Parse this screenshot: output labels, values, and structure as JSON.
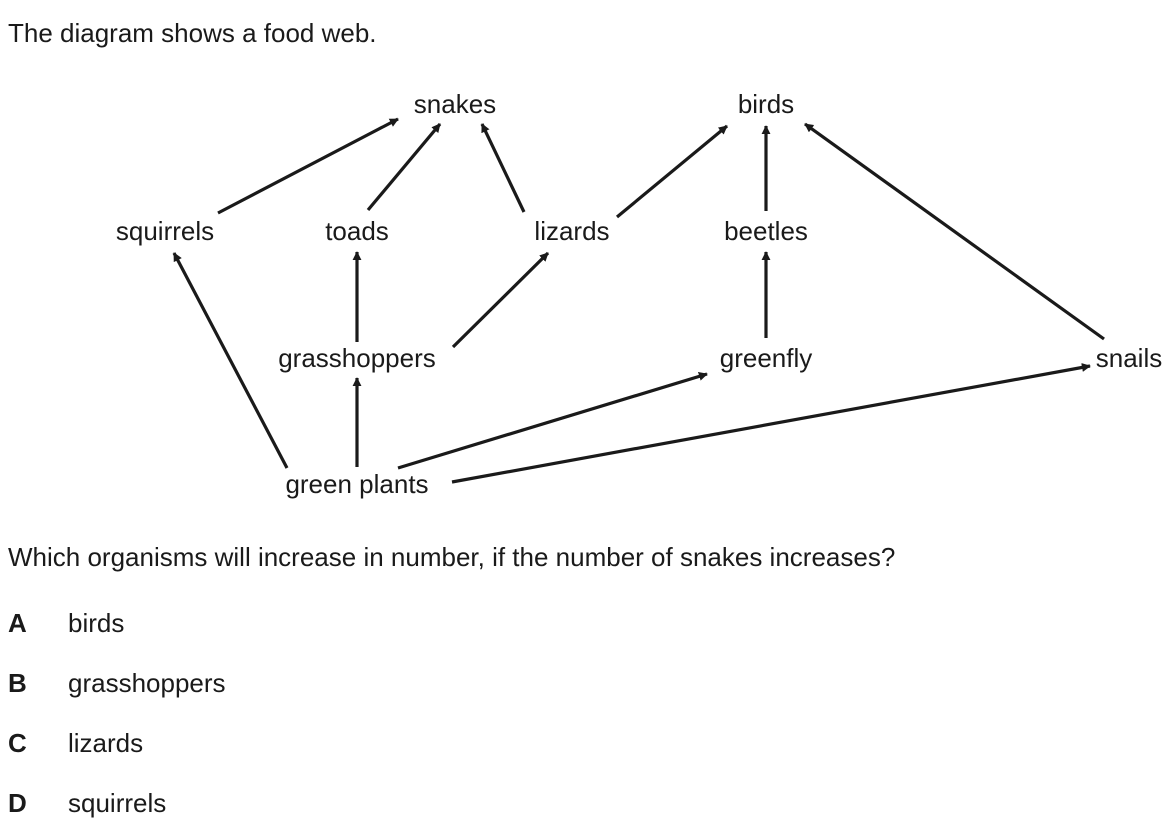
{
  "intro": "The diagram shows a food web.",
  "organisms": {
    "snakes": "snakes",
    "birds": "birds",
    "squirrels": "squirrels",
    "toads": "toads",
    "lizards": "lizards",
    "beetles": "beetles",
    "grasshoppers": "grasshoppers",
    "greenfly": "greenfly",
    "snails": "snails",
    "green_plants": "green plants"
  },
  "links": [
    {
      "from": "squirrels",
      "to": "snakes"
    },
    {
      "from": "toads",
      "to": "snakes"
    },
    {
      "from": "lizards",
      "to": "snakes"
    },
    {
      "from": "lizards",
      "to": "birds"
    },
    {
      "from": "beetles",
      "to": "birds"
    },
    {
      "from": "snails",
      "to": "birds"
    },
    {
      "from": "grasshoppers",
      "to": "toads"
    },
    {
      "from": "grasshoppers",
      "to": "lizards"
    },
    {
      "from": "greenfly",
      "to": "beetles"
    },
    {
      "from": "green_plants",
      "to": "squirrels"
    },
    {
      "from": "green_plants",
      "to": "grasshoppers"
    },
    {
      "from": "green_plants",
      "to": "greenfly"
    },
    {
      "from": "green_plants",
      "to": "snails"
    }
  ],
  "question": "Which organisms will increase in number, if the number of snakes increases?",
  "options": [
    {
      "letter": "A",
      "text": "birds"
    },
    {
      "letter": "B",
      "text": "grasshoppers"
    },
    {
      "letter": "C",
      "text": "lizards"
    },
    {
      "letter": "D",
      "text": "squirrels"
    }
  ]
}
